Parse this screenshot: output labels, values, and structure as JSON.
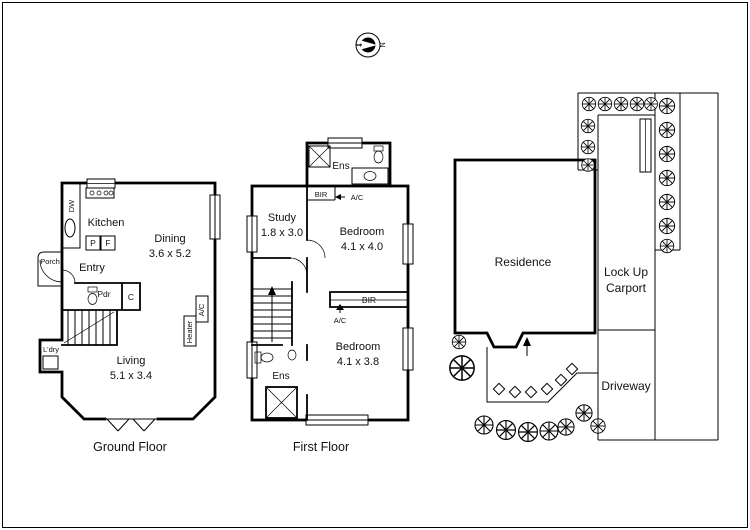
{
  "compass": {
    "label": "N"
  },
  "ground_floor": {
    "caption": "Ground Floor",
    "kitchen": "Kitchen",
    "dw": "DW",
    "pantry": "P",
    "fridge": "F",
    "entry": "Entry",
    "porch": "Porch",
    "powder": "Pdr",
    "closet": "C",
    "dining": "Dining",
    "dining_dims": "3.6 x 5.2",
    "living": "Living",
    "living_dims": "5.1 x 3.4",
    "laundry": "L'dry",
    "heater": "Heater",
    "ac": "A/C"
  },
  "first_floor": {
    "caption": "First Floor",
    "ens_top": "Ens",
    "bir_top": "BIR",
    "ac_top": "A/C",
    "study": "Study",
    "study_dims": "1.8 x 3.0",
    "bedroom_one": "Bedroom",
    "bedroom_one_dims": "4.1 x 4.0",
    "bir_mid": "BIR",
    "ac_mid": "A/C",
    "bedroom_two": "Bedroom",
    "bedroom_two_dims": "4.1 x 3.8",
    "ens_bottom": "Ens"
  },
  "site_plan": {
    "residence": "Residence",
    "carport_line1": "Lock Up",
    "carport_line2": "Carport",
    "driveway": "Driveway"
  }
}
